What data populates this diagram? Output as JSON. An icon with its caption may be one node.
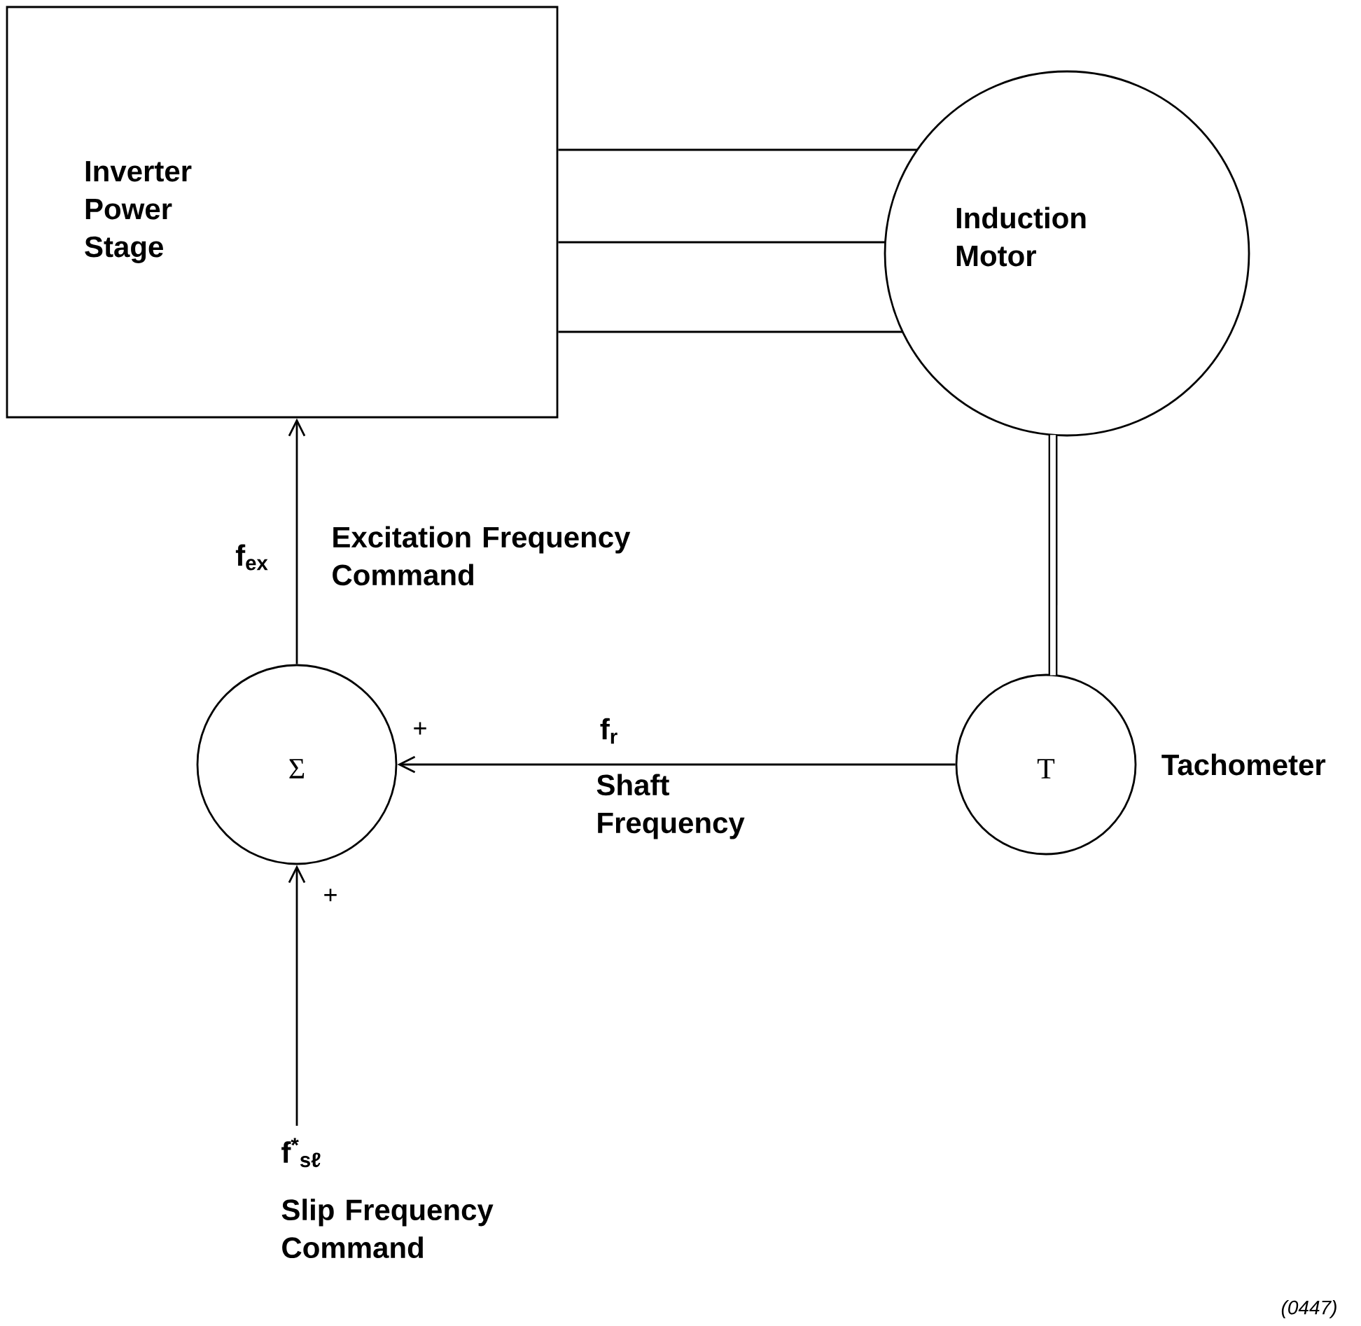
{
  "diagram": {
    "nodes": [
      {
        "text": [
          "Inverter Power Stage"
        ]
      },
      {
        "text": [
          "Induction Motor"
        ]
      },
      {
        "text": [
          "Σ"
        ]
      },
      {
        "text": [
          "T"
        ],
        "beside": [
          "Tachometer"
        ]
      },
      {
        "text": [
          "f$^{*}$$_{sℓ}$",
          "Slip Frequency Command"
        ]
      }
    ],
    "edges": [
      {
        "from": 0,
        "to": 1,
        "arrow": "none"
      },
      {
        "from": 0,
        "to": 1,
        "arrow": "none"
      },
      {
        "from": 0,
        "to": 1,
        "arrow": "none"
      },
      {
        "from": 1,
        "to": 3,
        "arrow": "none",
        "style": "thick"
      },
      {
        "from": 3,
        "to": 2,
        "arrow": "to",
        "label": "f$_{r}$"
      },
      {
        "from": 2,
        "to": 0,
        "arrow": "to",
        "label": "f$_{ex}$"
      },
      {
        "from": 4,
        "to": 2,
        "arrow": "to"
      }
    ],
    "labels": [
      "Excitation Frequency Command",
      "+",
      "Shaft Frequency",
      "+",
      "(0447)"
    ]
  }
}
